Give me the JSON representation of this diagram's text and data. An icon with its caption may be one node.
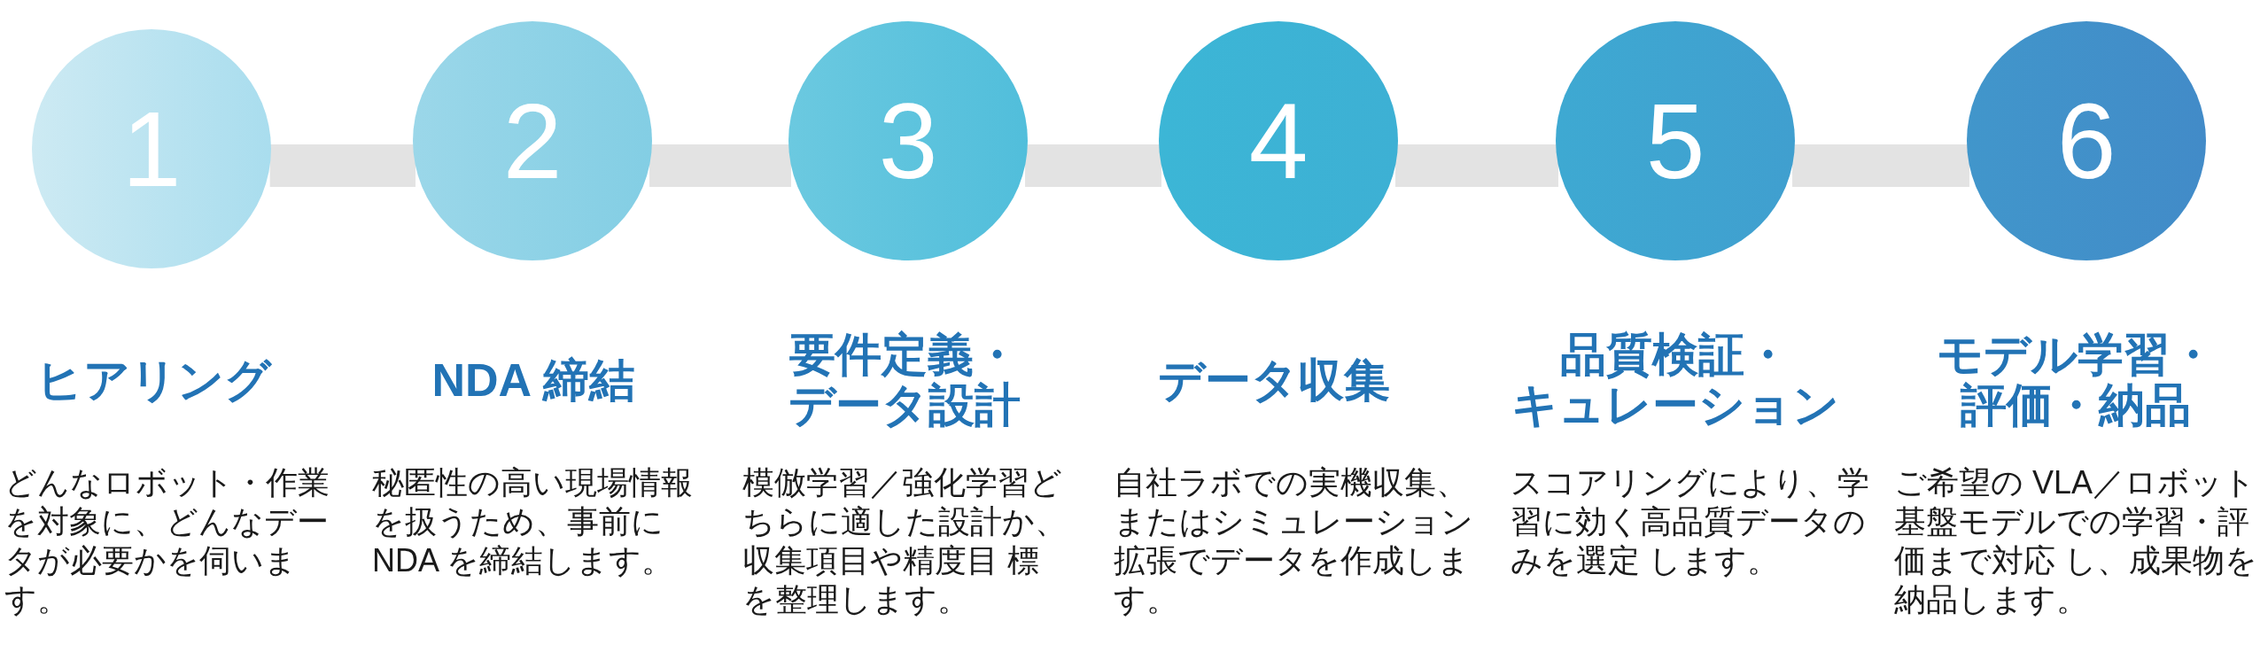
{
  "diagram": {
    "nodes": [
      {
        "text": [
          "1"
        ],
        "beside": [
          "ヒアリング",
          "どんなロボット・作業を対象に、どんなデータが必要かを伺います。"
        ]
      },
      {
        "text": [
          "2"
        ],
        "beside": [
          "NDA 締結",
          "秘匿性の高い現場情報を扱うため、事前に NDA を締結します。"
        ]
      },
      {
        "text": [
          "3"
        ],
        "beside": [
          "要件定義・データ設計",
          "模倣学習／強化学習どちらに適した設計か、収集項目や精度目 標を整理します。"
        ]
      },
      {
        "text": [
          "4"
        ],
        "beside": [
          "データ収集",
          "自社ラボでの実機収集、またはシミュレーション拡張でデータを作成します。"
        ]
      },
      {
        "text": [
          "5"
        ],
        "beside": [
          "品質検証・キュレーション",
          "スコアリングにより、学習に効く高品質データのみを選定 します。"
        ]
      },
      {
        "text": [
          "6"
        ],
        "beside": [
          "モデル学習・評価・納品",
          "ご希望の VLA／ロボット基盤モデルでの学習・評価まで対応 し、成果物を納品します。"
        ]
      }
    ],
    "edges": [
      {
        "from": 0,
        "to": 1,
        "arrow": "none"
      },
      {
        "from": 1,
        "to": 2,
        "arrow": "none"
      },
      {
        "from": 2,
        "to": 3,
        "arrow": "none"
      },
      {
        "from": 3,
        "to": 4,
        "arrow": "none"
      },
      {
        "from": 4,
        "to": 5,
        "arrow": "none"
      }
    ]
  }
}
